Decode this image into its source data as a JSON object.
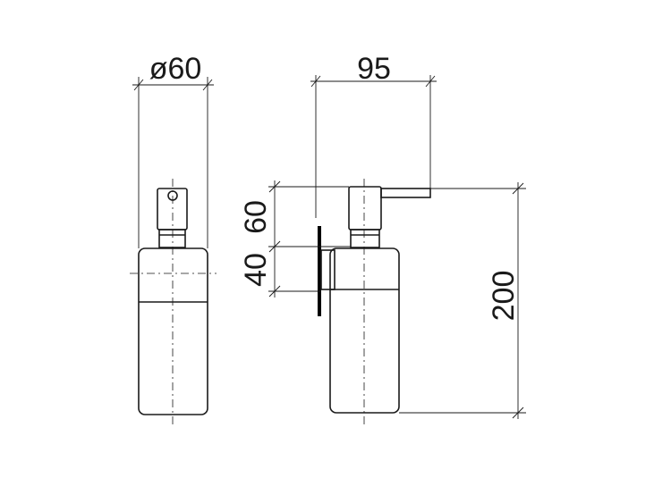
{
  "dimensions": {
    "diameter": "ø60",
    "projection": "95",
    "height_total": "200",
    "height_upper": "60",
    "height_lower": "40"
  },
  "colors": {
    "line": "#1a1a1a",
    "background": "#ffffff"
  }
}
